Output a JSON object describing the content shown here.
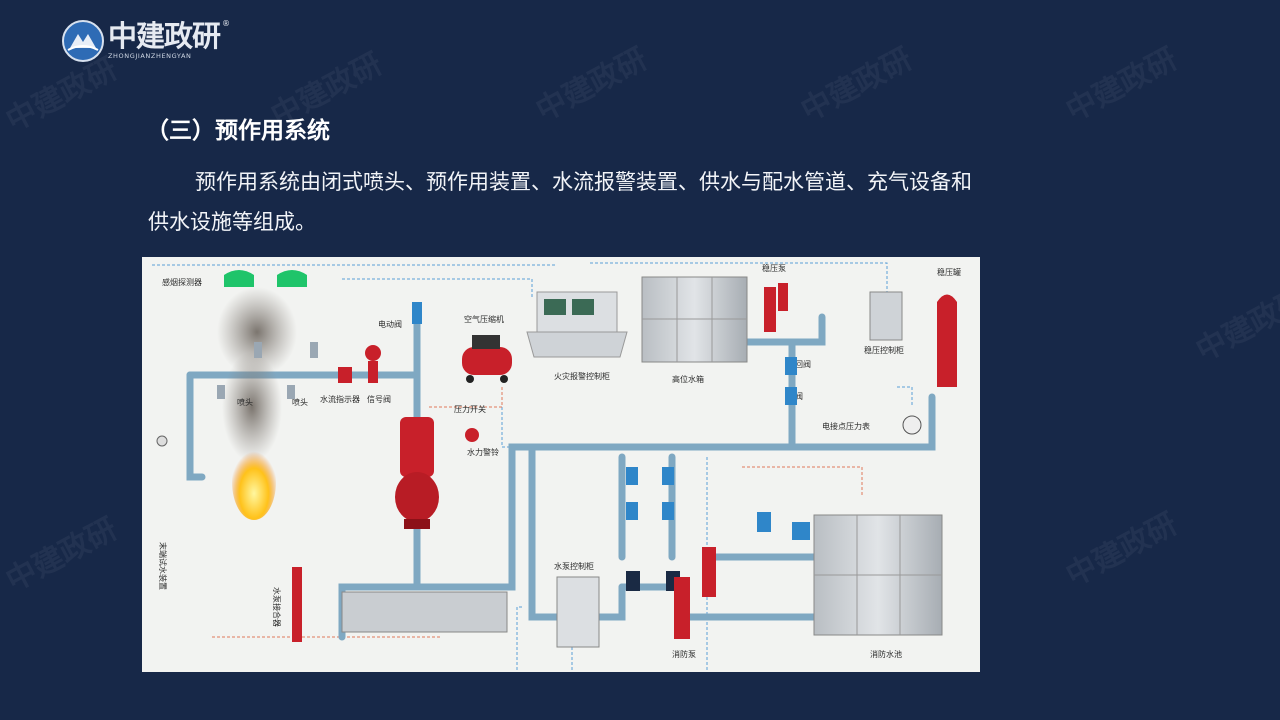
{
  "logo": {
    "name_cn": "中建政研",
    "name_en": "ZHONGJIANZHENGYAN",
    "registered": "®"
  },
  "heading": "（三）预作用系统",
  "paragraph": "预作用系统由闭式喷头、预作用装置、水流报警装置、供水与配水管道、充气设备和供水设施等组成。",
  "watermark": "中建政研",
  "diagram_labels": {
    "smoke_detector": "感烟探测器",
    "solenoid_valve": "电动阀",
    "air_compressor": "空气压缩机",
    "fire_alarm_controller": "火灾报警控制柜",
    "high_water_tank": "高位水箱",
    "pressure_pump": "稳压泵",
    "pressure_tank": "稳压罐",
    "pressure_control_box": "稳压控制柜",
    "sprinkler_head": "喷头",
    "flow_indicator": "水流指示器",
    "signal_valve": "信号阀",
    "pressure_switch": "压力开关",
    "alarm_bell": "水力警铃",
    "check_valve": "止回阀",
    "gate_valve": "闸阀",
    "pressure_gauge": "电接点压力表",
    "pump_control_cabinet": "水泵控制柜",
    "fire_pump": "消防泵",
    "fire_pool": "消防水池",
    "end_test": "末端试水装置",
    "pump_adapter": "水泵接合器"
  },
  "colors": {
    "background": "#172848",
    "pipe": "#7fa8c2",
    "valve_red": "#c8202a",
    "valve_blue": "#2f86c9",
    "tank": "#c9cdd1"
  }
}
